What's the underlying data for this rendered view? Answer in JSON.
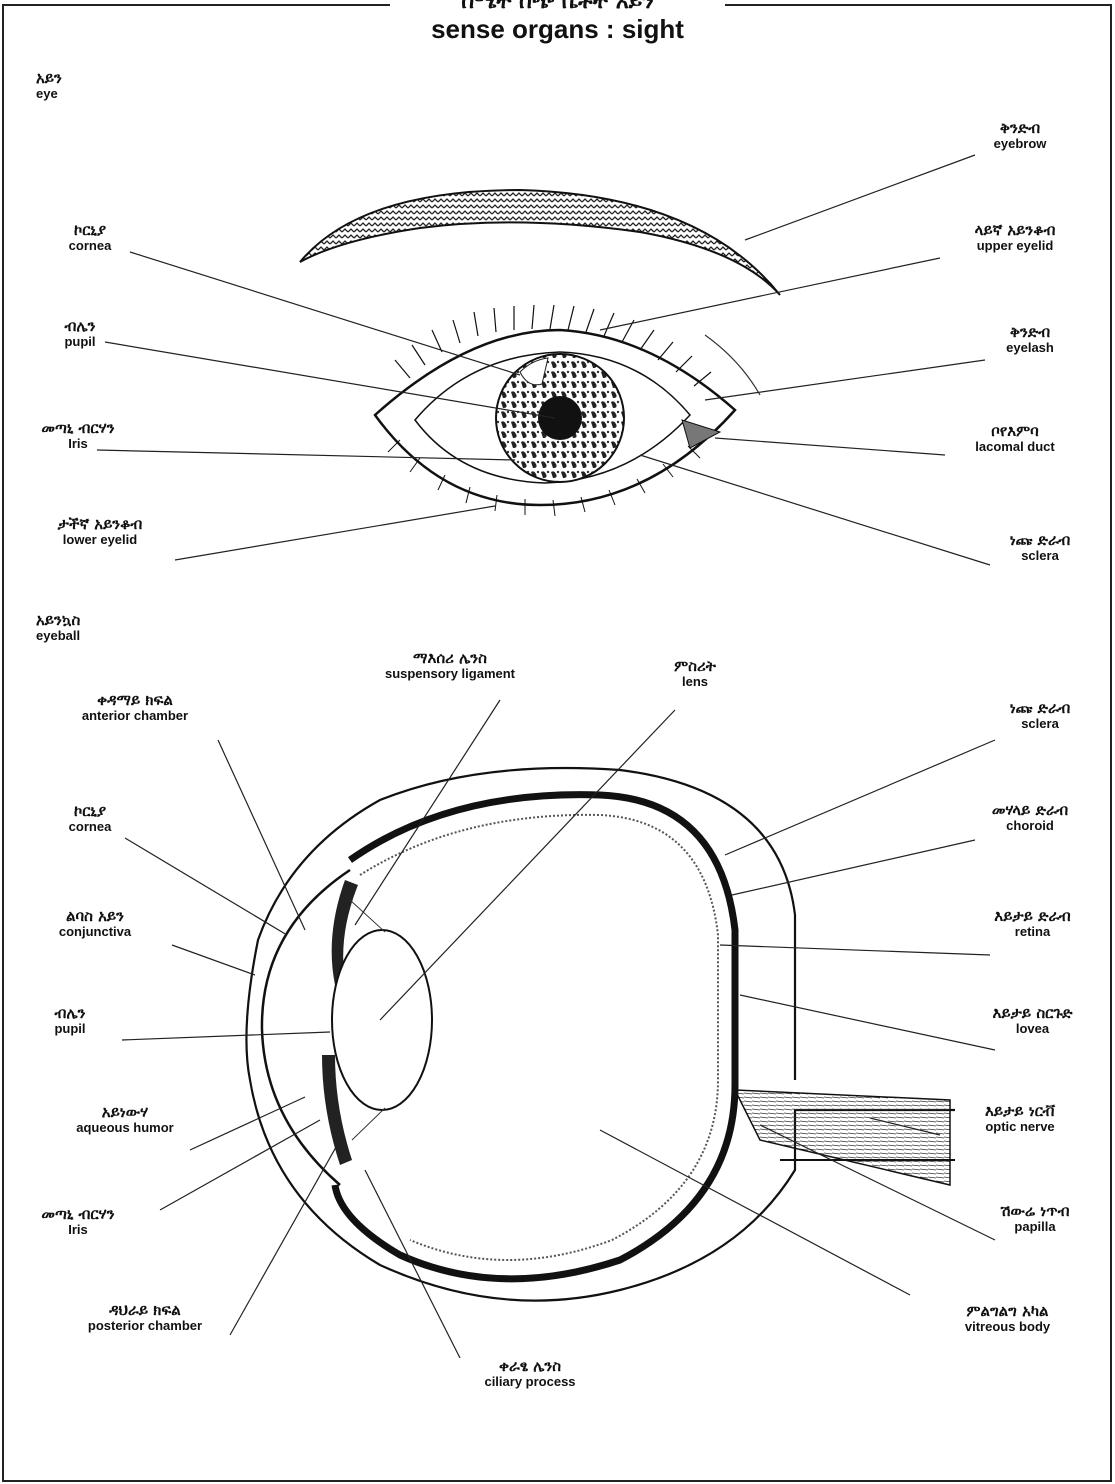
{
  "title": {
    "amharic": "ስሜት ሰጭ ቤቶች አይን",
    "english": "sense organs : sight"
  },
  "sections": {
    "eye": {
      "am": "አይን",
      "en": "eye"
    },
    "eyeball": {
      "am": "አይንኳስ",
      "en": "eyeball"
    }
  },
  "eye_labels": {
    "eyebrow": {
      "am": "ቅንድብ",
      "en": "eyebrow"
    },
    "upper_eyelid": {
      "am": "ላይኛ አይንቆብ",
      "en": "upper eyelid"
    },
    "eyelash": {
      "am": "ቅንድብ",
      "en": "eyelash"
    },
    "lacomal_duct": {
      "am": "ቦየእምባ",
      "en": "lacomal duct"
    },
    "sclera": {
      "am": "ነጩ ድራብ",
      "en": "sclera"
    },
    "cornea": {
      "am": "ኮርኒያ",
      "en": "cornea"
    },
    "pupil": {
      "am": "ብሌን",
      "en": "pupil"
    },
    "iris": {
      "am": "መጣኒ ብርሃን",
      "en": "Iris"
    },
    "lower_eyelid": {
      "am": "ታችኛ አይንቆብ",
      "en": "lower eyelid"
    }
  },
  "eyeball_labels": {
    "suspensory_ligament": {
      "am": "ማእሰሪ ሌንስ",
      "en": "suspensory ligament"
    },
    "lens": {
      "am": "ምስሪት",
      "en": "lens"
    },
    "anterior_chamber": {
      "am": "ቀዳማይ ክፍል",
      "en": "anterior chamber"
    },
    "cornea": {
      "am": "ኮርኒያ",
      "en": "cornea"
    },
    "conjunctiva": {
      "am": "ልባስ አይን",
      "en": "conjunctiva"
    },
    "pupil": {
      "am": "ብሌን",
      "en": "pupil"
    },
    "aqueous_humor": {
      "am": "አይነውሃ",
      "en": "aqueous humor"
    },
    "iris": {
      "am": "መጣኒ ብርሃን",
      "en": "Iris"
    },
    "posterior_chamber": {
      "am": "ዳህራይ ክፍል",
      "en": "posterior chamber"
    },
    "ciliary_process": {
      "am": "ቀራፄ ሌንስ",
      "en": "ciliary process"
    },
    "sclera": {
      "am": "ነጩ ድራብ",
      "en": "sclera"
    },
    "choroid": {
      "am": "መሃላይ ድራብ",
      "en": "choroid"
    },
    "retina": {
      "am": "እይታይ ድራብ",
      "en": "retina"
    },
    "fovea": {
      "am": "እይታይ ስርጉድ",
      "en": "lovea"
    },
    "optic_nerve": {
      "am": "እይታይ ነርቭ",
      "en": "optic nerve"
    },
    "papilla": {
      "am": "ሽውሬ ነጥብ",
      "en": "papilla"
    },
    "vitreous_body": {
      "am": "ምልግልግ አካል",
      "en": "vitreous body"
    }
  }
}
